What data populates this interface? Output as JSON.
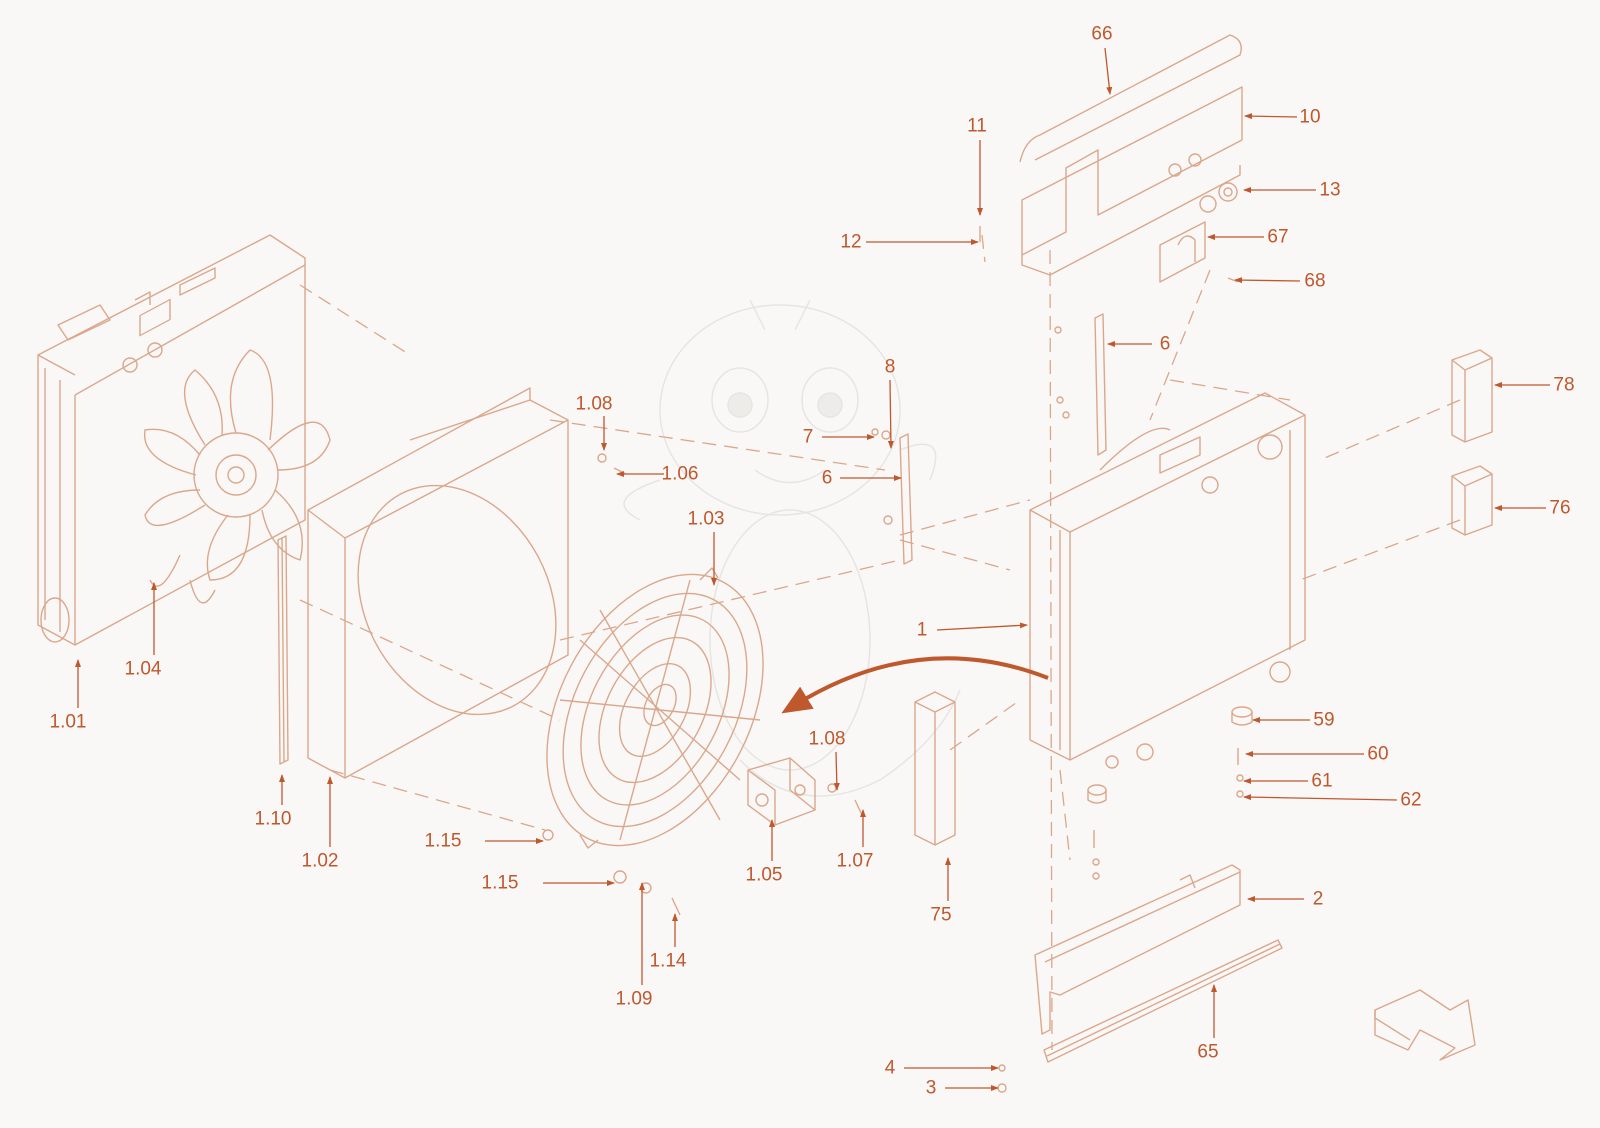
{
  "diagram": {
    "type": "exploded-parts-drawing",
    "accent_color": "#c0582e",
    "line_color": "#dba78c",
    "background": "#f9f8f6",
    "callouts": [
      {
        "id": "c66",
        "text": "66"
      },
      {
        "id": "c10",
        "text": "10"
      },
      {
        "id": "c11",
        "text": "11"
      },
      {
        "id": "c13",
        "text": "13"
      },
      {
        "id": "c12",
        "text": "12"
      },
      {
        "id": "c67",
        "text": "67"
      },
      {
        "id": "c68",
        "text": "68"
      },
      {
        "id": "c6a",
        "text": "6"
      },
      {
        "id": "c78",
        "text": "78"
      },
      {
        "id": "c8",
        "text": "8"
      },
      {
        "id": "c1_08a",
        "text": "1.08"
      },
      {
        "id": "c7",
        "text": "7"
      },
      {
        "id": "c6b",
        "text": "6"
      },
      {
        "id": "c1_06",
        "text": "1.06"
      },
      {
        "id": "c76",
        "text": "76"
      },
      {
        "id": "c1_03",
        "text": "1.03"
      },
      {
        "id": "c1",
        "text": "1"
      },
      {
        "id": "c1_04",
        "text": "1.04"
      },
      {
        "id": "c1_01",
        "text": "1.01"
      },
      {
        "id": "c59",
        "text": "59"
      },
      {
        "id": "c60",
        "text": "60"
      },
      {
        "id": "c1_08b",
        "text": "1.08"
      },
      {
        "id": "c61",
        "text": "61"
      },
      {
        "id": "c62",
        "text": "62"
      },
      {
        "id": "c1_10",
        "text": "1.10"
      },
      {
        "id": "c1_15a",
        "text": "1.15"
      },
      {
        "id": "c1_02",
        "text": "1.02"
      },
      {
        "id": "c1_07",
        "text": "1.07"
      },
      {
        "id": "c1_05",
        "text": "1.05"
      },
      {
        "id": "c1_15b",
        "text": "1.15"
      },
      {
        "id": "c2",
        "text": "2"
      },
      {
        "id": "c75",
        "text": "75"
      },
      {
        "id": "c1_14",
        "text": "1.14"
      },
      {
        "id": "c1_09",
        "text": "1.09"
      },
      {
        "id": "c65",
        "text": "65"
      },
      {
        "id": "c4",
        "text": "4"
      },
      {
        "id": "c3",
        "text": "3"
      }
    ]
  }
}
